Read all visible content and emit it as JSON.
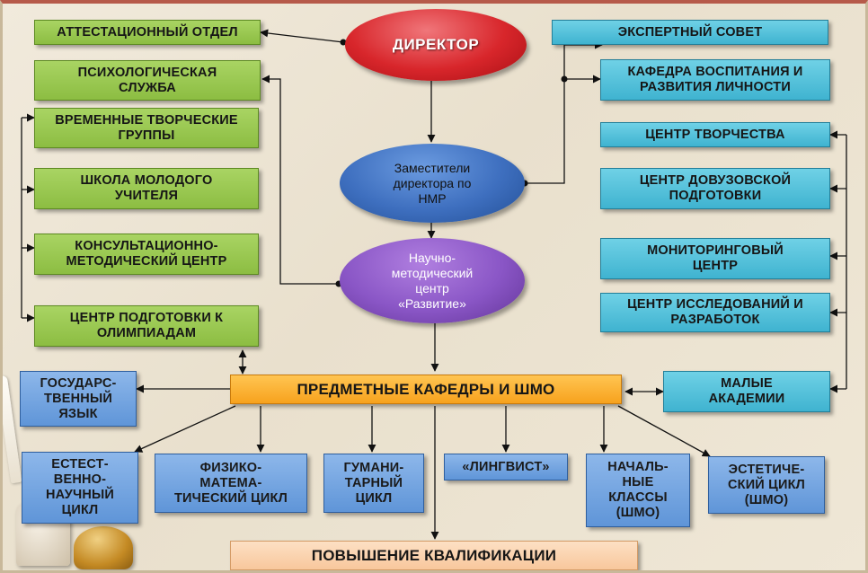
{
  "nodes": {
    "director": "ДИРЕКТОР",
    "deputies": "Заместители\nдиректора по\nНМР",
    "center": "Научно-\nметодический\nцентр\n«Развитие»",
    "attestation": "АТТЕСТАЦИОННЫЙ ОТДЕЛ",
    "psych": "ПСИХОЛОГИЧЕСКАЯ\nСЛУЖБА",
    "temp_groups": "ВРЕМЕННЫЕ ТВОРЧЕСКИЕ\nГРУППЫ",
    "young_teacher": "ШКОЛА МОЛОДОГО\nУЧИТЕЛЯ",
    "consult": "КОНСУЛЬТАЦИОННО-\nМЕТОДИЧЕСКИЙ ЦЕНТР",
    "olympiad": "ЦЕНТР ПОДГОТОВКИ К\nОЛИМПИАДАМ",
    "expert": "ЭКСПЕРТНЫЙ СОВЕТ",
    "dept_upbringing": "КАФЕДРА ВОСПИТАНИЯ И\nРАЗВИТИЯ ЛИЧНОСТИ",
    "creativity": "ЦЕНТР ТВОРЧЕСТВА",
    "pre_university": "ЦЕНТР ДОВУЗОВСКОЙ\nПОДГОТОВКИ",
    "monitoring": "МОНИТОРИНГОВЫЙ\nЦЕНТР",
    "research": "ЦЕНТР ИССЛЕДОВАНИЙ И\nРАЗРАБОТОК",
    "small_academies": "МАЛЫЕ\nАКАДЕМИИ",
    "subject_depts": "ПРЕДМЕТНЫЕ КАФЕДРЫ И ШМО",
    "state_lang": "ГОСУДАРС-\nТВЕННЫЙ\nЯЗЫК",
    "natural": "ЕСТЕСТ-\nВЕННО-\nНАУЧНЫЙ\nЦИКЛ",
    "physmath": "ФИЗИКО-\nМАТЕМА-\nТИЧЕСКИЙ ЦИКЛ",
    "humanitarian": "ГУМАНИ-\nТАРНЫЙ\nЦИКЛ",
    "linguist": "«ЛИНГВИСТ»",
    "primary": "НАЧАЛЬ-\nНЫЕ\nКЛАССЫ\n(ШМО)",
    "aesthetic": "ЭСТЕТИЧЕ-\nСКИЙ ЦИКЛ\n(ШМО)",
    "qualification": "ПОВЫШЕНИЕ КВАЛИФИКАЦИИ"
  },
  "colors": {
    "green": "#9bc853",
    "teal": "#4fc0da",
    "blue": "#6fa3e0",
    "orange": "#fbb13a",
    "peach": "#fad3ae",
    "red_ellipse": "#d8262b",
    "blue_ellipse": "#3e6fbf",
    "purple_ellipse": "#8a56c6"
  }
}
